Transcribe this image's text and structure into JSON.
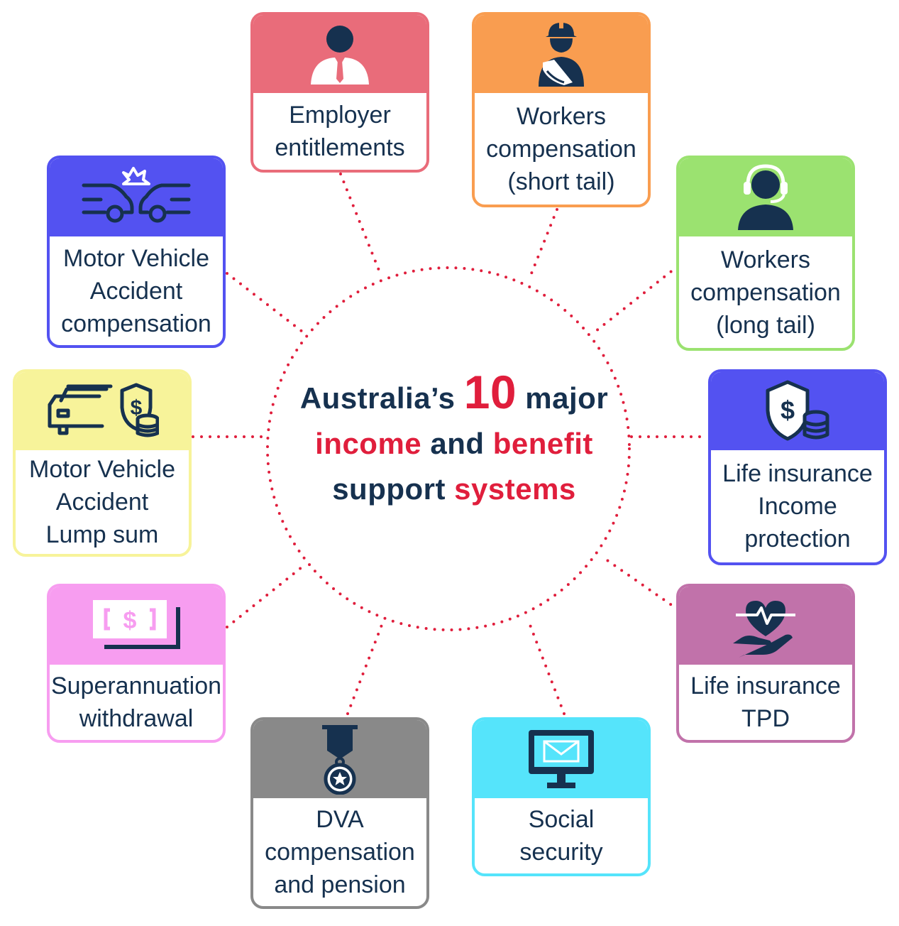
{
  "title": {
    "part1": "Australia’s",
    "number": "10",
    "part2": "major",
    "income": "income",
    "and": "and",
    "benefit": "benefit",
    "support": "support",
    "systems": "systems"
  },
  "colors": {
    "navy": "#16314f",
    "red": "#e01e3c",
    "employer": "#e96c7a",
    "workers_short": "#f99d50",
    "workers_long": "#9be270",
    "motor_comp": "#5352f1",
    "motor_lump": "#f7f39a",
    "life_income": "#5352f1",
    "super": "#f79df0",
    "life_tpd": "#c172aa",
    "dva": "#898989",
    "social": "#55e4fb"
  },
  "cards": [
    {
      "id": "employer",
      "icon": "employee-icon",
      "lines": [
        "Employer",
        "entitlements"
      ]
    },
    {
      "id": "workers_short",
      "icon": "injured-worker-icon",
      "lines": [
        "Workers",
        "compensation",
        "(short tail)"
      ]
    },
    {
      "id": "workers_long",
      "icon": "headset-operator-icon",
      "lines": [
        "Workers",
        "compensation",
        "(long tail)"
      ]
    },
    {
      "id": "motor_comp",
      "icon": "car-crash-icon",
      "lines": [
        "Motor Vehicle",
        "Accident",
        "compensation"
      ]
    },
    {
      "id": "motor_lump",
      "icon": "car-insurance-icon",
      "lines": [
        "Motor Vehicle",
        "Accident",
        "Lump sum"
      ]
    },
    {
      "id": "life_income",
      "icon": "shield-dollar-icon",
      "lines": [
        "Life insurance",
        "Income",
        "protection"
      ]
    },
    {
      "id": "super",
      "icon": "banknote-icon",
      "lines": [
        "Superannuation",
        "withdrawal"
      ]
    },
    {
      "id": "life_tpd",
      "icon": "hand-heart-icon",
      "lines": [
        "Life insurance",
        "TPD"
      ]
    },
    {
      "id": "dva",
      "icon": "medal-icon",
      "lines": [
        "DVA",
        "compensation",
        "and pension"
      ]
    },
    {
      "id": "social",
      "icon": "computer-mail-icon",
      "lines": [
        "Social",
        "security"
      ]
    }
  ]
}
